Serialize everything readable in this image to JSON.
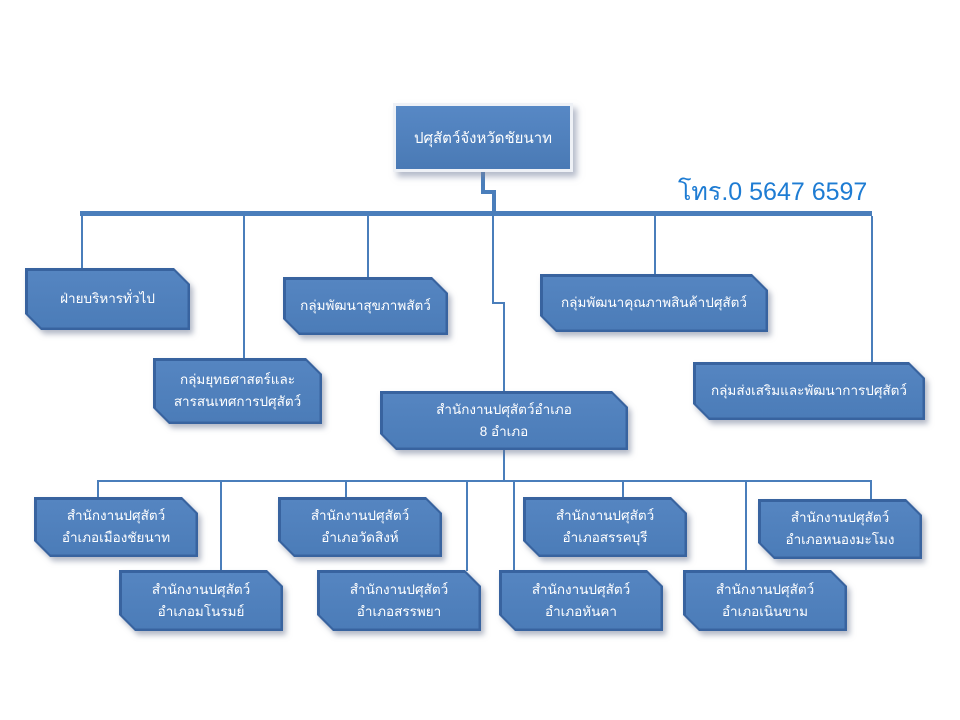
{
  "header": {
    "phone_label": "โทร.0 5647  6597"
  },
  "chart": {
    "root": {
      "label": "ปศุสัตว์จังหวัดชัยนาท"
    },
    "groups": [
      {
        "name": "general-admin",
        "lines": [
          "ฝ่ายบริหารทั่วไป"
        ]
      },
      {
        "name": "animal-health",
        "lines": [
          "กลุ่มพัฒนาสุขภาพสัตว์"
        ]
      },
      {
        "name": "product-quality",
        "lines": [
          "กลุ่มพัฒนาคุณภาพสินค้าปศุสัตว์"
        ]
      },
      {
        "name": "strategy-information",
        "lines": [
          "กลุ่มยุทธศาสตร์และ",
          "สารสนเทศการปศุสัตว์"
        ]
      },
      {
        "name": "promotion-development",
        "lines": [
          "กลุ่มส่งเสริมและพัฒนาการปศุสัตว์"
        ]
      }
    ],
    "district_hub": {
      "lines": [
        "สำนักงานปศุสัตว์อำเภอ",
        "8 อำเภอ"
      ]
    },
    "district_offices_row1": [
      {
        "lines": [
          "สำนักงานปศุสัตว์",
          "อำเภอเมืองชัยนาท"
        ]
      },
      {
        "lines": [
          "สำนักงานปศุสัตว์",
          "อำเภอวัดสิงห์"
        ]
      },
      {
        "lines": [
          "สำนักงานปศุสัตว์",
          "อำเภอสรรคบุรี"
        ]
      },
      {
        "lines": [
          "สำนักงานปศุสัตว์",
          "อำเภอหนองมะโมง"
        ]
      }
    ],
    "district_offices_row2": [
      {
        "lines": [
          "สำนักงานปศุสัตว์",
          "อำเภอมโนรมย์"
        ]
      },
      {
        "lines": [
          "สำนักงานปศุสัตว์",
          "อำเภอสรรพยา"
        ]
      },
      {
        "lines": [
          "สำนักงานปศุสัตว์",
          "อำเภอหันคา"
        ]
      },
      {
        "lines": [
          "สำนักงานปศุสัตว์",
          "อำเภอเนินขาม"
        ]
      }
    ]
  },
  "colors": {
    "box_fill": "#4f81bd",
    "box_border": "#38639f",
    "connector": "#4a7ebb",
    "phone_text": "#1e7cd3",
    "background": "#ffffff"
  }
}
